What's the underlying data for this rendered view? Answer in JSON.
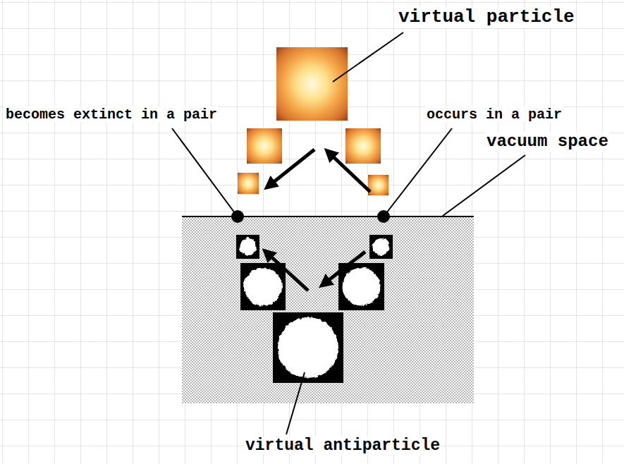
{
  "diagram": {
    "labels": [
      "virtual particle",
      "becomes extinct in a pair",
      "occurs in a pair",
      "vacuum space",
      "virtual antiparticle"
    ]
  }
}
